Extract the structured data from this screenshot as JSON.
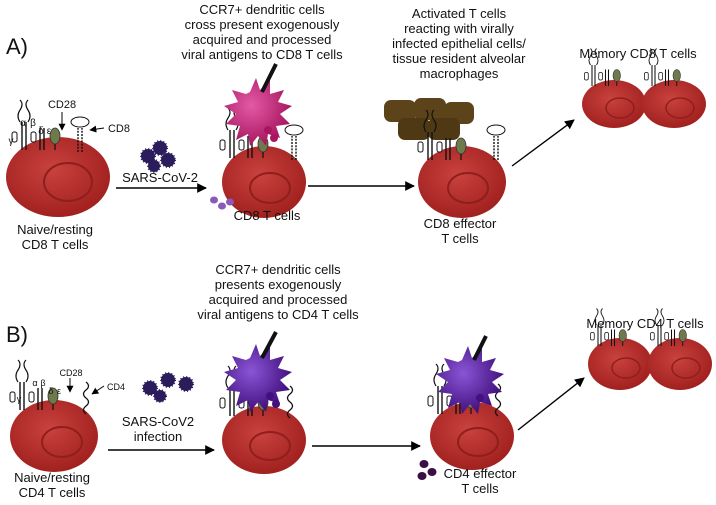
{
  "panel_a": {
    "label": "A)",
    "dc_caption": "CCR7+ dendritic cells\ncross present exogenously\nacquired and processed\nviral antigens to CD8 T cells",
    "effector_caption": "Activated T cells\nreacting with virally\ninfected epithelial cells/\ntissue resident alveolar\nmacrophages",
    "memory_caption": "Memory CD8 T cells",
    "naive_caption": "Naive/resting\nCD8 T cells",
    "tcell_caption": "CD8 T cells",
    "effector_cell_caption": "CD8 effector\nT  cells",
    "virus_label": "SARS-CoV-2",
    "marker_cd28": "CD28",
    "marker_cd8": "CD8",
    "chain_alpha": "α",
    "chain_beta": "β",
    "chain_gamma": "γ",
    "chain_delta": "δ",
    "chain_epsilon": "ε"
  },
  "panel_b": {
    "label": "B)",
    "dc_caption": "CCR7+ dendritic cells\npresents  exogenously\nacquired and processed\nviral antigens to CD4 T cells",
    "memory_caption": "Memory CD4 T cells",
    "naive_caption": "Naive/resting\nCD4 T cells",
    "virus_label": "SARS-CoV2\ninfection",
    "effector_cell_caption": "CD4 effector\nT  cells",
    "marker_cd28": "CD28",
    "marker_cd4": "CD4",
    "chain_alpha": "α",
    "chain_beta": "β",
    "chain_gamma": "γ",
    "chain_delta": "δ",
    "chain_epsilon": "ε"
  },
  "colors": {
    "tcell": "#b8312f",
    "tcell_nucleus": "#a32a28",
    "cd8_dc": "#c2257a",
    "cd4_dc": "#5b1fa3",
    "virus": "#2b1d5c",
    "macrophage": "#5c4319",
    "costim": "#6f7a4c"
  }
}
